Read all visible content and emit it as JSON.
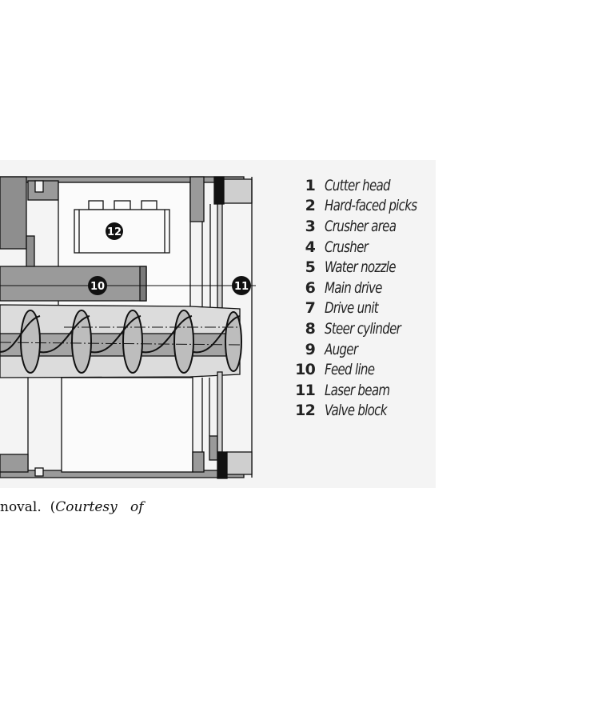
{
  "figure": {
    "callouts": {
      "c10": "10",
      "c11": "11",
      "c12": "12"
    },
    "legend": [
      {
        "num": "1",
        "label": "Cutter head"
      },
      {
        "num": "2",
        "label": "Hard-faced picks"
      },
      {
        "num": "3",
        "label": "Crusher area"
      },
      {
        "num": "4",
        "label": "Crusher"
      },
      {
        "num": "5",
        "label": "Water nozzle"
      },
      {
        "num": "6",
        "label": "Main drive"
      },
      {
        "num": "7",
        "label": "Drive unit"
      },
      {
        "num": "8",
        "label": "Steer cylinder"
      },
      {
        "num": "9",
        "label": "Auger"
      },
      {
        "num": "10",
        "label": "Feed line"
      },
      {
        "num": "11",
        "label": "Laser beam"
      },
      {
        "num": "12",
        "label": "Valve block"
      }
    ]
  },
  "caption": {
    "text": "noval.  (",
    "italic": "Courtesy   of"
  }
}
